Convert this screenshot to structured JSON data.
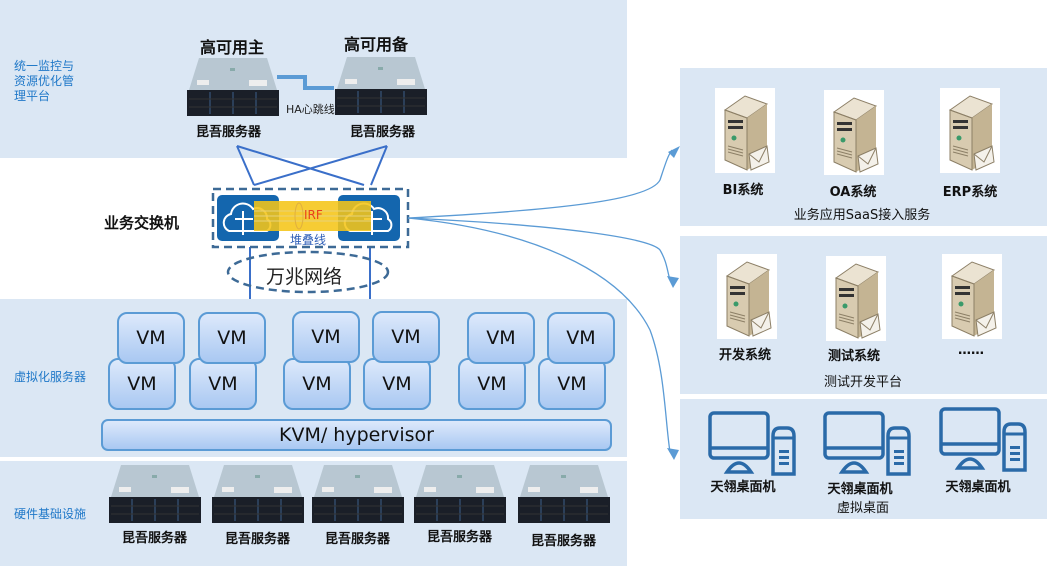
{
  "layers": {
    "management": {
      "label": "统一监控与资源优化管理平台",
      "label_lines": [
        "统一监控与",
        "资源优化管",
        "理平台"
      ]
    },
    "switch": {
      "label": "业务交换机"
    },
    "virtualization": {
      "label": "虚拟化服务器"
    },
    "hardware": {
      "label": "硬件基础设施"
    }
  },
  "ha": {
    "primary_title": "高可用主",
    "standby_title": "高可用备",
    "primary_server": "昆吾服务器",
    "standby_server": "昆吾服务器",
    "heartbeat_label": "HA心跳线"
  },
  "switching": {
    "irf_label": "IRF",
    "stack_label": "堆叠线",
    "network_label": "万兆网络"
  },
  "vms": [
    "VM",
    "VM",
    "VM",
    "VM",
    "VM",
    "VM",
    "VM",
    "VM",
    "VM",
    "VM",
    "VM",
    "VM"
  ],
  "hypervisor_label": "KVM/ hypervisor",
  "hardware_servers": [
    "昆吾服务器",
    "昆吾服务器",
    "昆吾服务器",
    "昆吾服务器",
    "昆吾服务器"
  ],
  "panels": {
    "saas": {
      "caption": "业务应用SaaS接入服务",
      "apps": [
        "BI系统",
        "OA系统",
        "ERP系统"
      ]
    },
    "devtest": {
      "caption": "测试开发平台",
      "apps": [
        "开发系统",
        "测试系统",
        "……"
      ]
    },
    "desktop": {
      "caption": "虚拟桌面",
      "apps": [
        "天翎桌面机",
        "天翎桌面机",
        "天翎桌面机"
      ]
    }
  },
  "colors": {
    "band": "#dbe7f4",
    "accent_blue": "#1f78c8",
    "switch_blue": "#1466ae",
    "irf_yellow": "#f5c518",
    "irf_text": "#e8401c",
    "vm_border": "#5b9bd5"
  }
}
